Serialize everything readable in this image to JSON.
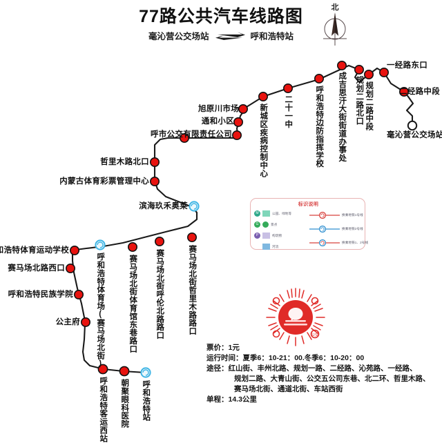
{
  "header": {
    "title": "77路公共汽车线路图",
    "origin": "毫沁营公交场站",
    "destination": "呼和浩特站",
    "compass_label": "北"
  },
  "stations": [
    {
      "name": "毫沁营公交场站",
      "type": "terminus",
      "marker": "hollow",
      "orient": "horiz"
    },
    {
      "name": "二经路中段",
      "type": "stop",
      "marker": "red",
      "orient": "horiz"
    },
    {
      "name": "一经路东口",
      "type": "stop",
      "marker": "red",
      "orient": "horiz"
    },
    {
      "name": "规划二路中段",
      "type": "stop",
      "marker": "red",
      "orient": "vert"
    },
    {
      "name": "规划二路北口",
      "type": "stop",
      "marker": "red",
      "orient": "vert"
    },
    {
      "name": "成吉思汗大街街道办事处",
      "type": "stop",
      "marker": "red",
      "orient": "vert"
    },
    {
      "name": "呼和浩特边防指挥学校",
      "type": "stop",
      "marker": "red",
      "orient": "vert"
    },
    {
      "name": "二十一中",
      "type": "stop",
      "marker": "red",
      "orient": "vert"
    },
    {
      "name": "新城区疾病控制中心",
      "type": "stop",
      "marker": "red",
      "orient": "vert"
    },
    {
      "name": "旭原川市场",
      "type": "stop",
      "marker": "red",
      "orient": "horiz"
    },
    {
      "name": "通和小区",
      "type": "stop",
      "marker": "red",
      "orient": "horiz"
    },
    {
      "name": "呼市公交有限责任公司",
      "type": "stop",
      "marker": "red",
      "orient": "horiz"
    },
    {
      "name": "哲里木路北口",
      "type": "stop",
      "marker": "red",
      "orient": "horiz"
    },
    {
      "name": "内蒙古体育彩票管理中心",
      "type": "stop",
      "marker": "red",
      "orient": "horiz"
    },
    {
      "name": "滨海玖禾奥莱",
      "type": "transfer",
      "marker": "cyan",
      "orient": "horiz"
    },
    {
      "name": "赛马场北街哲里木路路口",
      "type": "stop",
      "marker": "red",
      "orient": "vert"
    },
    {
      "name": "赛马场北街呼伦北路路口",
      "type": "stop",
      "marker": "red",
      "orient": "vert"
    },
    {
      "name": "赛马场北街体育馆东巷路口",
      "type": "stop",
      "marker": "red",
      "orient": "vert"
    },
    {
      "name": "呼和浩特体育场(赛马场北街)",
      "type": "transfer",
      "marker": "cyan",
      "orient": "vert"
    },
    {
      "name": "呼和浩特体育运动学校",
      "type": "stop",
      "marker": "red",
      "orient": "horiz"
    },
    {
      "name": "赛马场北路西口",
      "type": "stop",
      "marker": "red",
      "orient": "horiz"
    },
    {
      "name": "呼和浩特民族学院",
      "type": "stop",
      "marker": "red",
      "orient": "horiz"
    },
    {
      "name": "公主府",
      "type": "stop",
      "marker": "red",
      "orient": "horiz"
    },
    {
      "name": "呼和浩特客运西站",
      "type": "stop",
      "marker": "red",
      "orient": "vert"
    },
    {
      "name": "朝聚眼科医院",
      "type": "stop",
      "marker": "red",
      "orient": "vert"
    },
    {
      "name": "呼和浩特站",
      "type": "terminus",
      "marker": "cyan",
      "orient": "vert"
    }
  ],
  "legend": {
    "title": "标识说明",
    "left_items": [
      {
        "badge": "M",
        "badge_color": "#2fa88a",
        "swatch_color": "#7fd6b9",
        "text": "公园、绿地等"
      },
      {
        "badge": "G",
        "badge_color": "#35ab5a",
        "swatch_color": "#35ab5a",
        "text": "景点"
      },
      {
        "badge": "P",
        "badge_color": "#7b5fb0",
        "swatch_color": "#c9c0e4",
        "text": "构筑物"
      },
      {
        "badge": "",
        "badge_color": "transparent",
        "swatch_color": "#7fb8e0",
        "text": "河流"
      }
    ],
    "right_items": [
      {
        "color": "#d8403c",
        "text": "换乘地铁1号线"
      },
      {
        "color": "#2f8fd0",
        "text": "换乘地铁2号线"
      },
      {
        "color": "#2f8fd0",
        "text": "换乘地铁1、2号线"
      }
    ]
  },
  "info": {
    "fare": "票价：1元",
    "hours": "运行时间：夏季6：10-21：00.冬季6：10-20：00",
    "route_label": "途径：红山街、丰州北路、规划一路、二经路、沁苑路、一经路、",
    "route_line2": "规划二路、大青山街、公交五公司东巷、北二环、哲里木路、",
    "route_line3": "赛马场北街、通道北街、车站西街",
    "distance": "单程：14.3公里"
  },
  "colors": {
    "station_red": "#e8130f",
    "station_stroke": "#111111",
    "transfer_cyan": "#3fb5e5",
    "route_line": "#1a1a1a",
    "legend_border": "#e8b3b3",
    "legend_title": "#d94a4a",
    "qr_red": "#e02b28"
  }
}
